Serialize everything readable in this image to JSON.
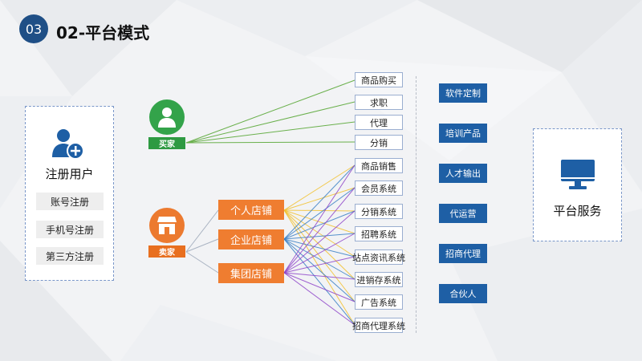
{
  "header": {
    "badge": "03",
    "title": "02-平台模式"
  },
  "register": {
    "title": "注册用户",
    "options": [
      "账号注册",
      "手机号注册",
      "第三方注册"
    ]
  },
  "buyer": {
    "tag": "买家",
    "items": [
      "商品购买",
      "求职",
      "代理",
      "分销"
    ]
  },
  "seller": {
    "tag": "卖家",
    "stores": [
      "个人店铺",
      "企业店铺",
      "集团店铺"
    ],
    "systems": [
      "商品销售",
      "会员系统",
      "分销系统",
      "招聘系统",
      "站点资讯系统",
      "进销存系统",
      "广告系统",
      "招商代理系统"
    ]
  },
  "services": [
    "软件定制",
    "培训产品",
    "人才输出",
    "代运营",
    "招商代理",
    "合伙人"
  ],
  "platform": {
    "title": "平台服务"
  },
  "colors": {
    "buyer_green": "#33a34a",
    "seller_orange": "#ef7d30",
    "service_blue": "#1e5fa5",
    "badge_blue": "#1f4f86",
    "line_yellow": "#f2c12e",
    "line_blue": "#3a7fc4",
    "line_purple": "#8e44c9",
    "line_green": "#6ab04c"
  },
  "icons": {
    "register": "user-plus-icon",
    "buyer": "person-icon",
    "seller": "store-icon",
    "platform": "monitor-icon"
  }
}
